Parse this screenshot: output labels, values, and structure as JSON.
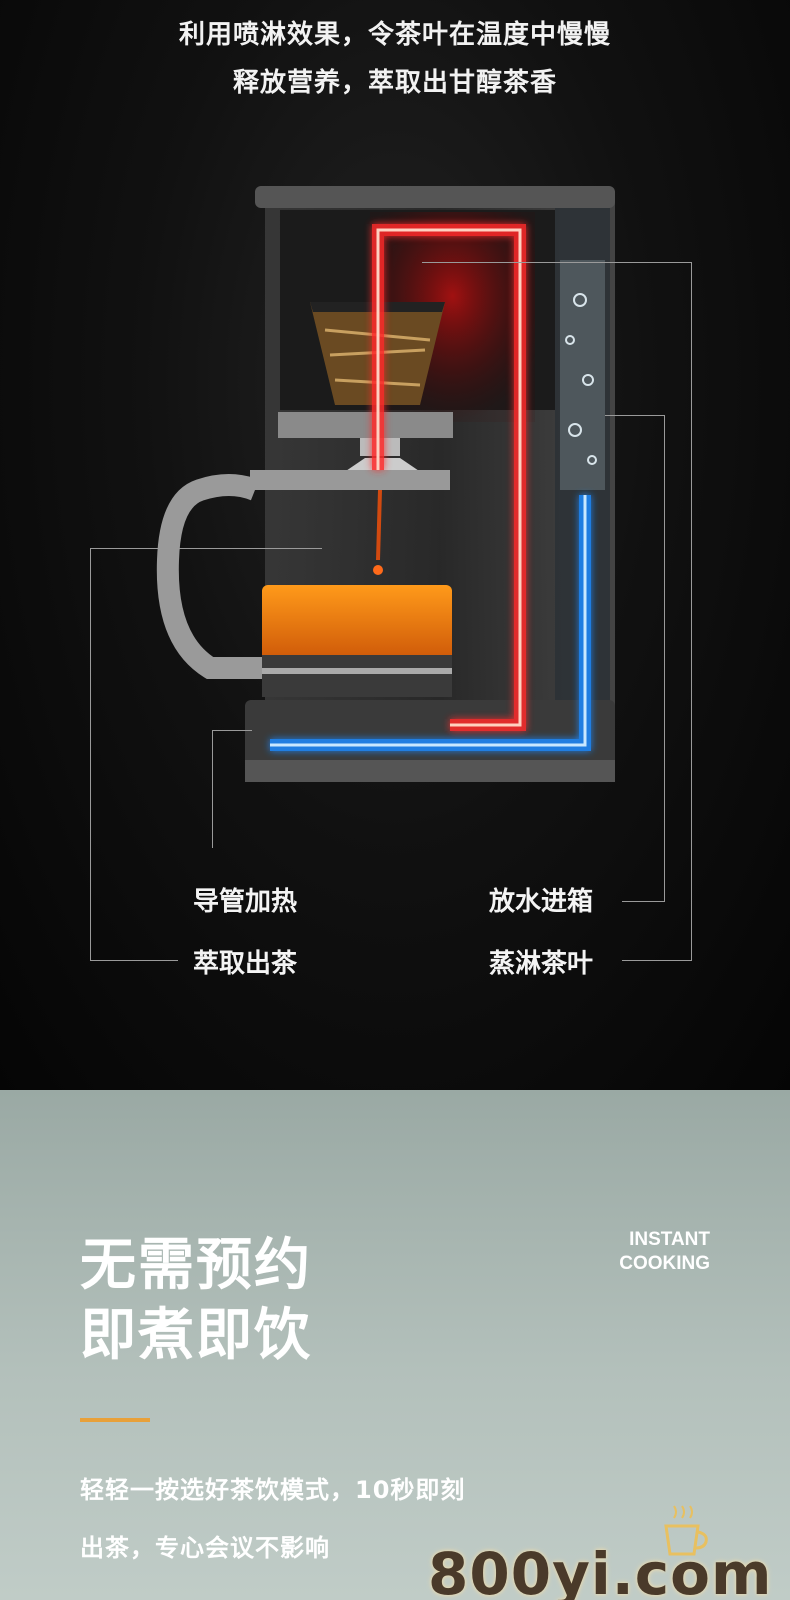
{
  "top": {
    "headline": [
      "利用喷淋效果，令茶叶在温度中慢慢",
      "释放营养，萃取出甘醇茶香"
    ],
    "callouts": {
      "heating": "导管加热",
      "water_in": "放水进箱",
      "extract": "萃取出茶",
      "spray": "蒸淋茶叶"
    }
  },
  "bottom": {
    "title": [
      "无需预约",
      "即煮即饮"
    ],
    "english": [
      "INSTANT",
      "COOKING"
    ],
    "accent_color": "#e8a039",
    "description": [
      "轻轻一按选好茶饮模式，10秒即刻",
      "出茶，专心会议不影响"
    ],
    "watermark": "800yi.com",
    "watermark_icon": "coffee-cup-icon"
  }
}
